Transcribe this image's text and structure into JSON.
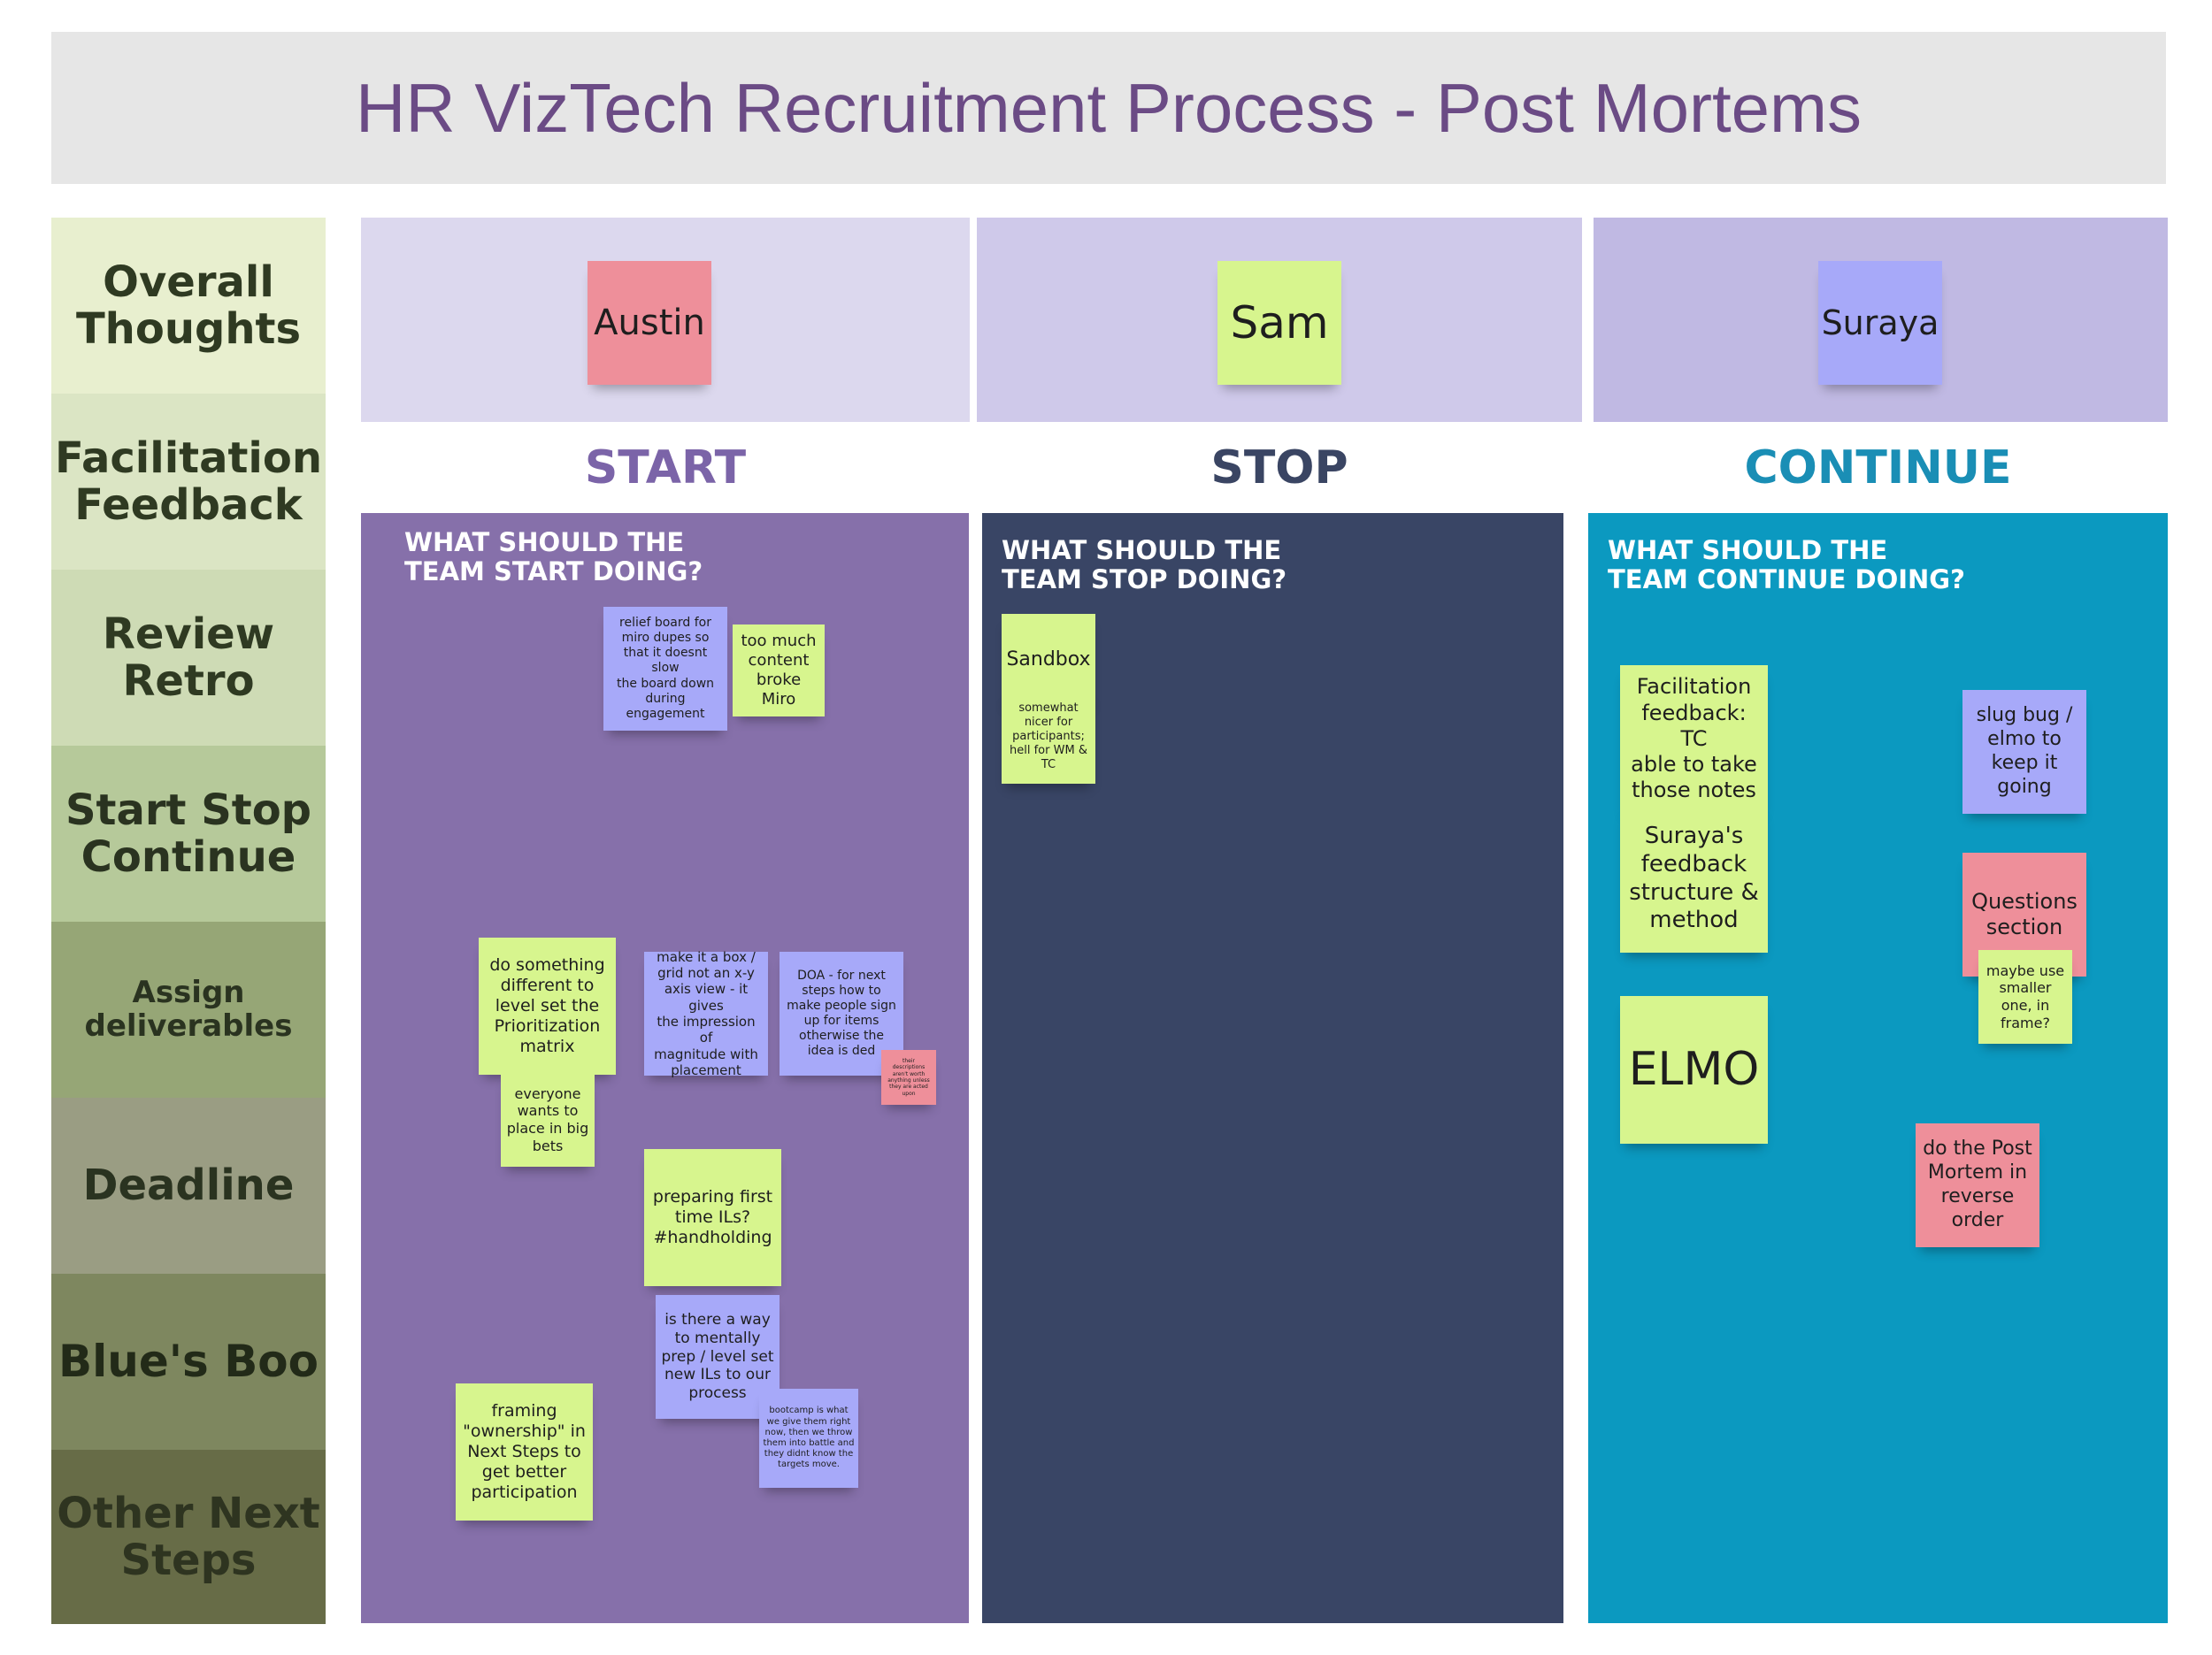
{
  "title": "HR VizTech Recruitment Process - Post Mortems",
  "tabs": [
    "Overall\nThoughts",
    "Facilitation\nFeedback",
    "Review\nRetro",
    "Start Stop\nContinue",
    "Assign\ndeliverables",
    "Deadline",
    "Blue's Boo",
    "Other Next\nSteps"
  ],
  "names": [
    "Austin",
    "Sam",
    "Suraya"
  ],
  "columns": {
    "start": {
      "heading": "START",
      "question": "WHAT SHOULD THE\nTEAM START DOING?"
    },
    "stop": {
      "heading": "STOP",
      "question": "WHAT SHOULD THE\nTEAM STOP DOING?"
    },
    "continue": {
      "heading": "CONTINUE",
      "question": "WHAT SHOULD THE\nTEAM CONTINUE DOING?"
    }
  },
  "notes": {
    "start": [
      "relief board for\nmiro dupes so\nthat it doesnt slow\nthe board down\nduring\nengagement",
      "too much\ncontent\nbroke Miro",
      "do something\ndifferent to\nlevel set the\nPrioritization\nmatrix",
      "everyone\nwants to\nplace in big\nbets",
      "make it a box /\ngrid not an x-y\naxis view - it gives\nthe impression of\nmagnitude with\nplacement",
      "DOA - for next\nsteps how to\nmake people sign\nup for items\notherwise the\nidea is ded",
      "their\ndescriptions\naren't worth\nanything unless\nthey are acted\nupon",
      "preparing first\ntime ILs?\n#handholding",
      "is there a way\nto mentally\nprep / level set\nnew ILs to our\nprocess",
      "bootcamp is what\nwe give them right\nnow, then we throw\nthem into battle and\nthey didnt know the\ntargets move.",
      "framing\n\"ownership\" in\nNext Steps to\nget better\nparticipation"
    ],
    "stop": [
      "Sandbox",
      "somewhat\nnicer for\nparticipants;\nhell for WM &\nTC"
    ],
    "continue": [
      "Facilitation\nfeedback: TC\nable to take\nthose notes",
      "Suraya's\nfeedback\nstructure &\nmethod",
      "ELMO",
      "slug bug /\nelmo to\nkeep it\ngoing",
      "Questions\nsection",
      "maybe use\nsmaller\none, in\nframe?",
      "do the Post\nMortem in\nreverse\norder"
    ]
  },
  "colors": {
    "start": "#8670aa",
    "stop": "#394565",
    "continue": "#0b99c0",
    "sticky_yellow": "#d7f58e",
    "sticky_blue": "#a7a9f9",
    "sticky_pink": "#ee8f9a"
  }
}
